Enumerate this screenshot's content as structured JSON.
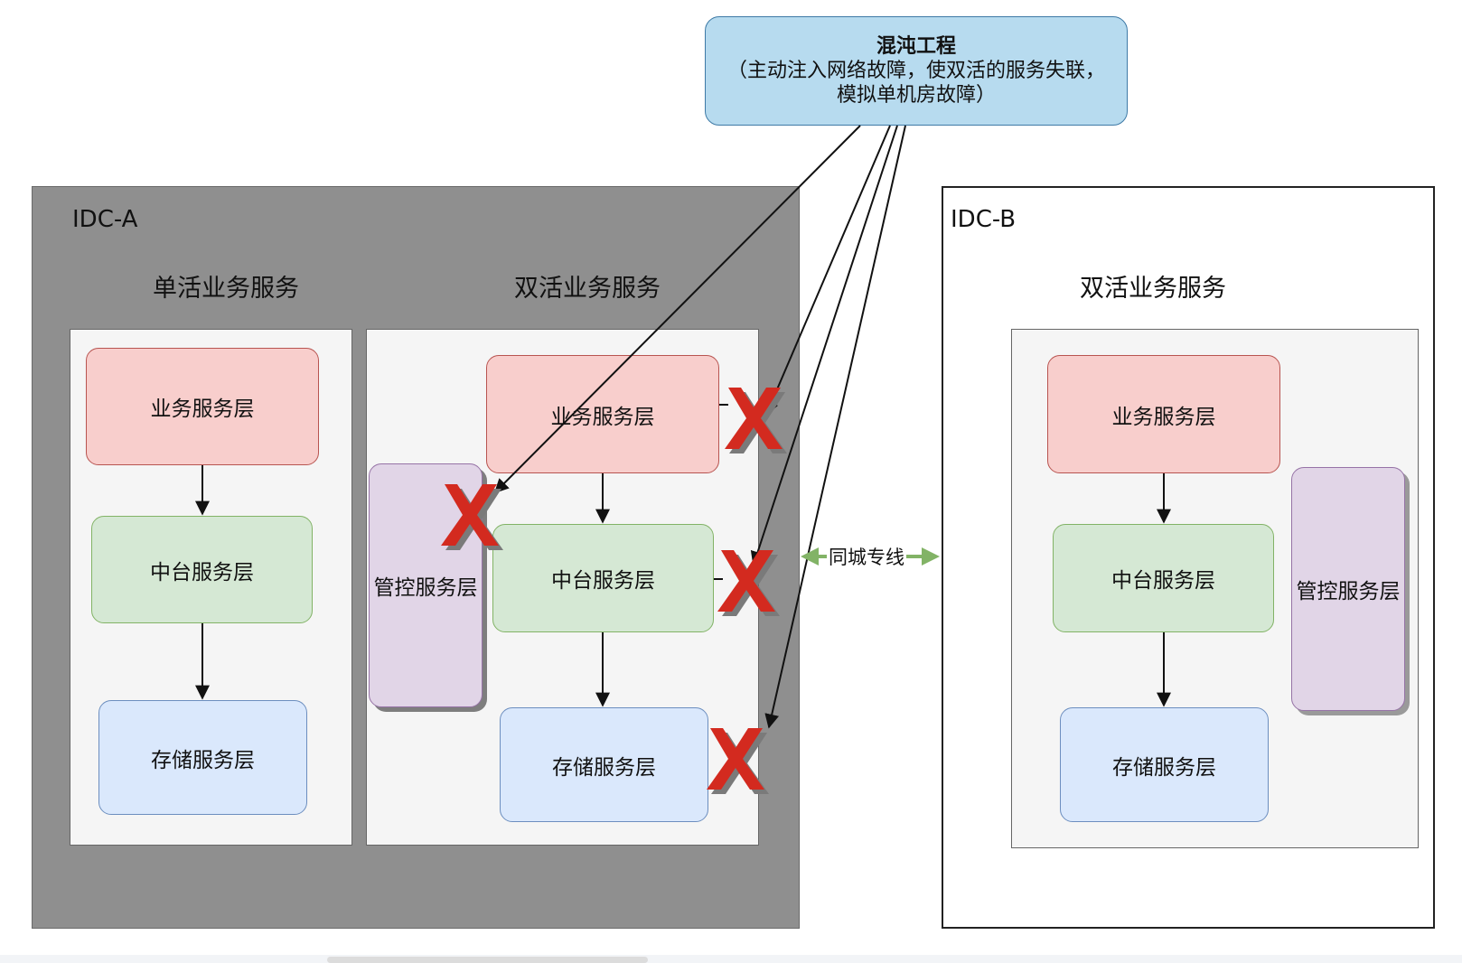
{
  "chaos": {
    "title": "混沌工程",
    "line2": "（主动注入网络故障，使双活的服务失联，",
    "line3": "模拟单机房故障）"
  },
  "idc_a": {
    "label": "IDC-A",
    "single_active": {
      "title": "单活业务服务",
      "business": "业务服务层",
      "middle": "中台服务层",
      "storage": "存储服务层"
    },
    "dual_active": {
      "title": "双活业务服务",
      "control": "管控服务层",
      "business": "业务服务层",
      "middle": "中台服务层",
      "storage": "存储服务层"
    }
  },
  "idc_b": {
    "label": "IDC-B",
    "dual_active": {
      "title": "双活业务服务",
      "business": "业务服务层",
      "middle": "中台服务层",
      "storage": "存储服务层",
      "control": "管控服务层"
    }
  },
  "link": {
    "label": "同城专线"
  },
  "colors": {
    "business_fill": "#f8cecc",
    "middle_fill": "#d5e8d4",
    "storage_fill": "#dae8fc",
    "control_fill": "#e1d5e7",
    "chaos_fill": "#b7dbef",
    "idc_a_fill": "#8f8f8f",
    "failure_mark": "#d32a1f",
    "link_arrow": "#82b366"
  }
}
